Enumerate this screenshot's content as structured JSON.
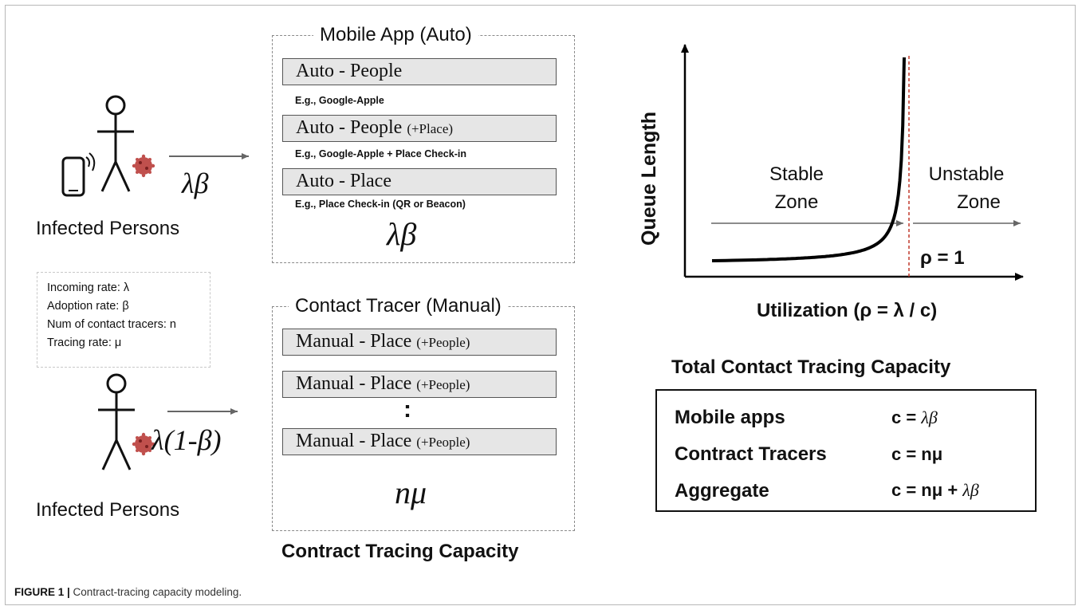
{
  "left": {
    "infected_label_top": "Infected Persons",
    "infected_label_bottom": "Infected Persons",
    "rate_top": "λβ",
    "rate_bottom": "λ(1-β)",
    "legend": [
      "Incoming rate: λ",
      "Adoption rate: β",
      "Num of contact tracers: n",
      "Tracing rate: μ"
    ]
  },
  "mobile_box": {
    "title": "Mobile App (Auto)",
    "methods": [
      {
        "label": "Auto - People",
        "suffix": "",
        "example": "E.g., Google-Apple"
      },
      {
        "label": "Auto - People",
        "suffix": "(+Place)",
        "example": "E.g., Google-Apple + Place Check-in"
      },
      {
        "label": "Auto - Place",
        "suffix": "",
        "example": "E.g., Place Check-in (QR or Beacon)"
      }
    ],
    "rate": "λβ"
  },
  "manual_box": {
    "title": "Contact Tracer (Manual)",
    "methods": [
      {
        "label": "Manual - Place",
        "suffix": "(+People)"
      },
      {
        "label": "Manual - Place",
        "suffix": "(+People)"
      },
      {
        "label": "Manual - Place",
        "suffix": "(+People)"
      }
    ],
    "ellipsis": ":",
    "rate": "nμ"
  },
  "middle_caption": "Contract Tracing Capacity",
  "chart_data": {
    "type": "line",
    "xlabel": "Utilization (ρ = λ / c)",
    "ylabel": "Queue Length",
    "stable_zone": [
      "Stable",
      "Zone"
    ],
    "unstable_zone": [
      "Unstable",
      "Zone"
    ],
    "threshold_label": "ρ = 1",
    "threshold_x": 1,
    "colors": {
      "curve": "#000000",
      "threshold": "#c0392b",
      "zone_arrow": "#666666"
    }
  },
  "capacity": {
    "title": "Total Contact Tracing Capacity",
    "rows": [
      {
        "name": "Mobile apps",
        "formula_prefix": "c = ",
        "formula_sym": "λβ",
        "formula_suffix": ""
      },
      {
        "name": "Contract Tracers",
        "formula_prefix": "c = nμ",
        "formula_sym": "",
        "formula_suffix": ""
      },
      {
        "name": "Aggregate",
        "formula_prefix": "c = nμ + ",
        "formula_sym": "λβ",
        "formula_suffix": ""
      }
    ]
  },
  "caption": {
    "label": "FIGURE 1 |",
    "text": " Contract-tracing capacity modeling."
  }
}
